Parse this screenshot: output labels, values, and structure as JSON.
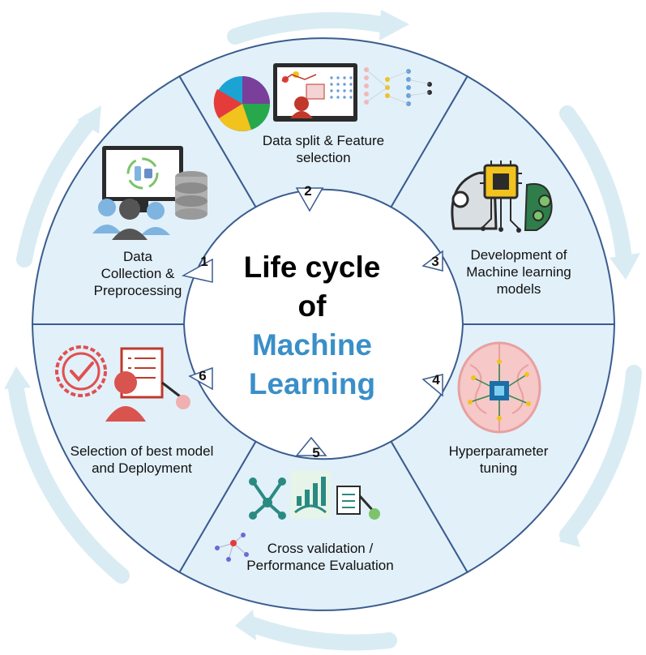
{
  "title": {
    "line1": "Life cycle",
    "line2": "of",
    "line3": "Machine",
    "line4": "Learning"
  },
  "colors": {
    "ring_fill": "#e2f0f9",
    "ring_stroke": "#3a5c8f",
    "arrow": "#d9ecf3",
    "title_dark": "#000000",
    "title_accent": "#3a8fc8"
  },
  "stages": [
    {
      "number": "1",
      "label_lines": [
        "Data",
        "Collection &",
        "Preprocessing"
      ],
      "icon": "computer-database-people-icon"
    },
    {
      "number": "2",
      "label_lines": [
        "Data split & Feature",
        "selection"
      ],
      "icon": "pie-chart-neural-network-icon"
    },
    {
      "number": "3",
      "label_lines": [
        "Development of",
        "Machine learning",
        "models"
      ],
      "icon": "ai-brain-chip-icon"
    },
    {
      "number": "4",
      "label_lines": [
        "Hyperparameter",
        "tuning"
      ],
      "icon": "brain-circuit-icon"
    },
    {
      "number": "5",
      "label_lines": [
        "Cross validation /",
        "Performance Evaluation"
      ],
      "icon": "evaluation-chart-icon"
    },
    {
      "number": "6",
      "label_lines": [
        "Selection of best model",
        "and Deployment"
      ],
      "icon": "approval-badge-checklist-icon"
    }
  ]
}
